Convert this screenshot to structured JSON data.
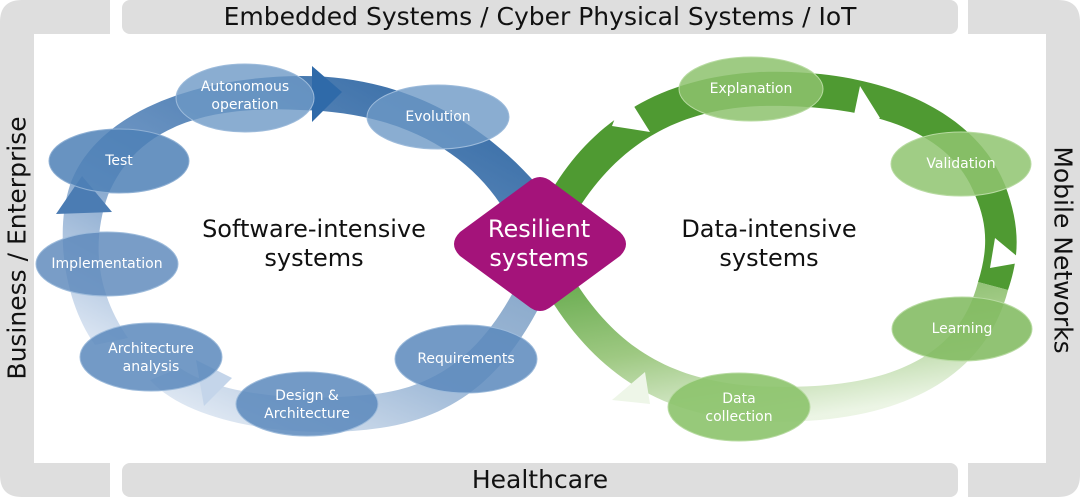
{
  "frame": {
    "top": "Embedded Systems / Cyber Physical Systems / IoT",
    "bottom": "Healthcare",
    "left": "Business / Enterprise",
    "right": "Mobile Networks"
  },
  "left_cycle": {
    "title": "Software-intensive systems",
    "title_lines": [
      "Software-intensive",
      "systems"
    ],
    "color": "#1f5fa3",
    "stages": {
      "autonomous_operation": "Autonomous operation",
      "evolution": "Evolution",
      "test": "Test",
      "implementation": "Implementation",
      "architecture_analysis": "Architecture analysis",
      "design_architecture": "Design & Architecture",
      "requirements": "Requirements"
    },
    "stage_lines": {
      "autonomous_operation": [
        "Autonomous",
        "operation"
      ],
      "architecture_analysis": [
        "Architecture",
        "analysis"
      ],
      "design_architecture": [
        "Design &",
        "Architecture"
      ]
    }
  },
  "right_cycle": {
    "title": "Data-intensive systems",
    "title_lines": [
      "Data-intensive",
      "systems"
    ],
    "color": "#4d962e",
    "stages": {
      "explanation": "Explanation",
      "validation": "Validation",
      "learning": "Learning",
      "data_collection": "Data collection"
    },
    "stage_lines": {
      "data_collection": [
        "Data",
        "collection"
      ]
    }
  },
  "center": {
    "label": "Resilient systems",
    "lines": [
      "Resilient",
      "systems"
    ],
    "color": "#a4137a"
  }
}
